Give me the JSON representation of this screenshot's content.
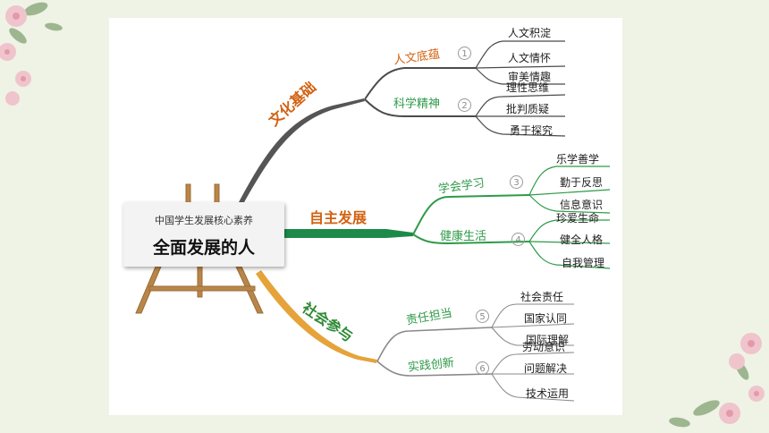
{
  "center": {
    "subtitle": "中国学生发展核心素养",
    "title": "全面发展的人"
  },
  "colors": {
    "wenhua": "#4b4b4b",
    "zizhu": "#1e8a4a",
    "shehui": "#e5a33a",
    "sub_green": "#2f9a49"
  },
  "branches": [
    {
      "label": "文化基础",
      "color": "#d26212",
      "groups": [
        {
          "label": "人文底蕴",
          "num": "1",
          "items": [
            "人文积淀",
            "人文情怀",
            "审美情趣"
          ]
        },
        {
          "label": "科学精神",
          "num": "2",
          "items": [
            "理性思维",
            "批判质疑",
            "勇于探究"
          ]
        }
      ]
    },
    {
      "label": "自主发展",
      "color": "#d26212",
      "groups": [
        {
          "label": "学会学习",
          "num": "3",
          "items": [
            "乐学善学",
            "勤于反思",
            "信息意识"
          ]
        },
        {
          "label": "健康生活",
          "num": "4",
          "items": [
            "珍爱生命",
            "健全人格",
            "自我管理"
          ]
        }
      ]
    },
    {
      "label": "社会参与",
      "color": "#2e8a35",
      "groups": [
        {
          "label": "责任担当",
          "num": "5",
          "items": [
            "社会责任",
            "国家认同",
            "国际理解"
          ]
        },
        {
          "label": "实践创新",
          "num": "6",
          "items": [
            "劳动意识",
            "问题解决",
            "技术运用"
          ]
        }
      ]
    }
  ]
}
